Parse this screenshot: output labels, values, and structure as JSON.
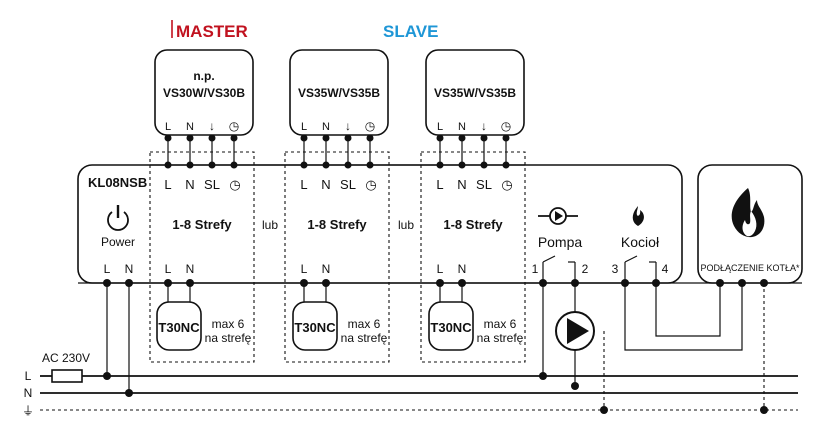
{
  "header": {
    "master": "MASTER",
    "slave": "SLAVE"
  },
  "colors": {
    "master": "#c1121f",
    "slave": "#1e96d6"
  },
  "thermostats": [
    {
      "line1": "n.p.",
      "line2": "VS30W/VS30B"
    },
    {
      "line1": "",
      "line2": "VS35W/VS35B"
    },
    {
      "line1": "",
      "line2": "VS35W/VS35B"
    }
  ],
  "thermostat_terminals": [
    "L",
    "N",
    "↓",
    "◷"
  ],
  "device": {
    "name": "KL08NSB",
    "power_label": "Power",
    "zone_terminals": [
      "L",
      "N",
      "SL",
      "◷"
    ],
    "zone_label": "1-8 Strefy",
    "or_label": "lub",
    "bottom_terminals": [
      "L",
      "N"
    ],
    "pump_label": "Pompa",
    "boiler_label": "Kocioł",
    "relay_terminals": [
      "1",
      "2",
      "3",
      "4"
    ]
  },
  "sensors": [
    {
      "name": "T30NC",
      "note1": "max 6",
      "note2": "na strefę"
    },
    {
      "name": "T30NC",
      "note1": "max 6",
      "note2": "na strefę"
    },
    {
      "name": "T30NC",
      "note1": "max 6",
      "note2": "na strefę"
    }
  ],
  "boiler_box": {
    "label": "PODŁĄCZENIE KOTŁA*"
  },
  "supply": {
    "voltage": "AC 230V",
    "L": "L",
    "N": "N",
    "PE": "⏚"
  }
}
